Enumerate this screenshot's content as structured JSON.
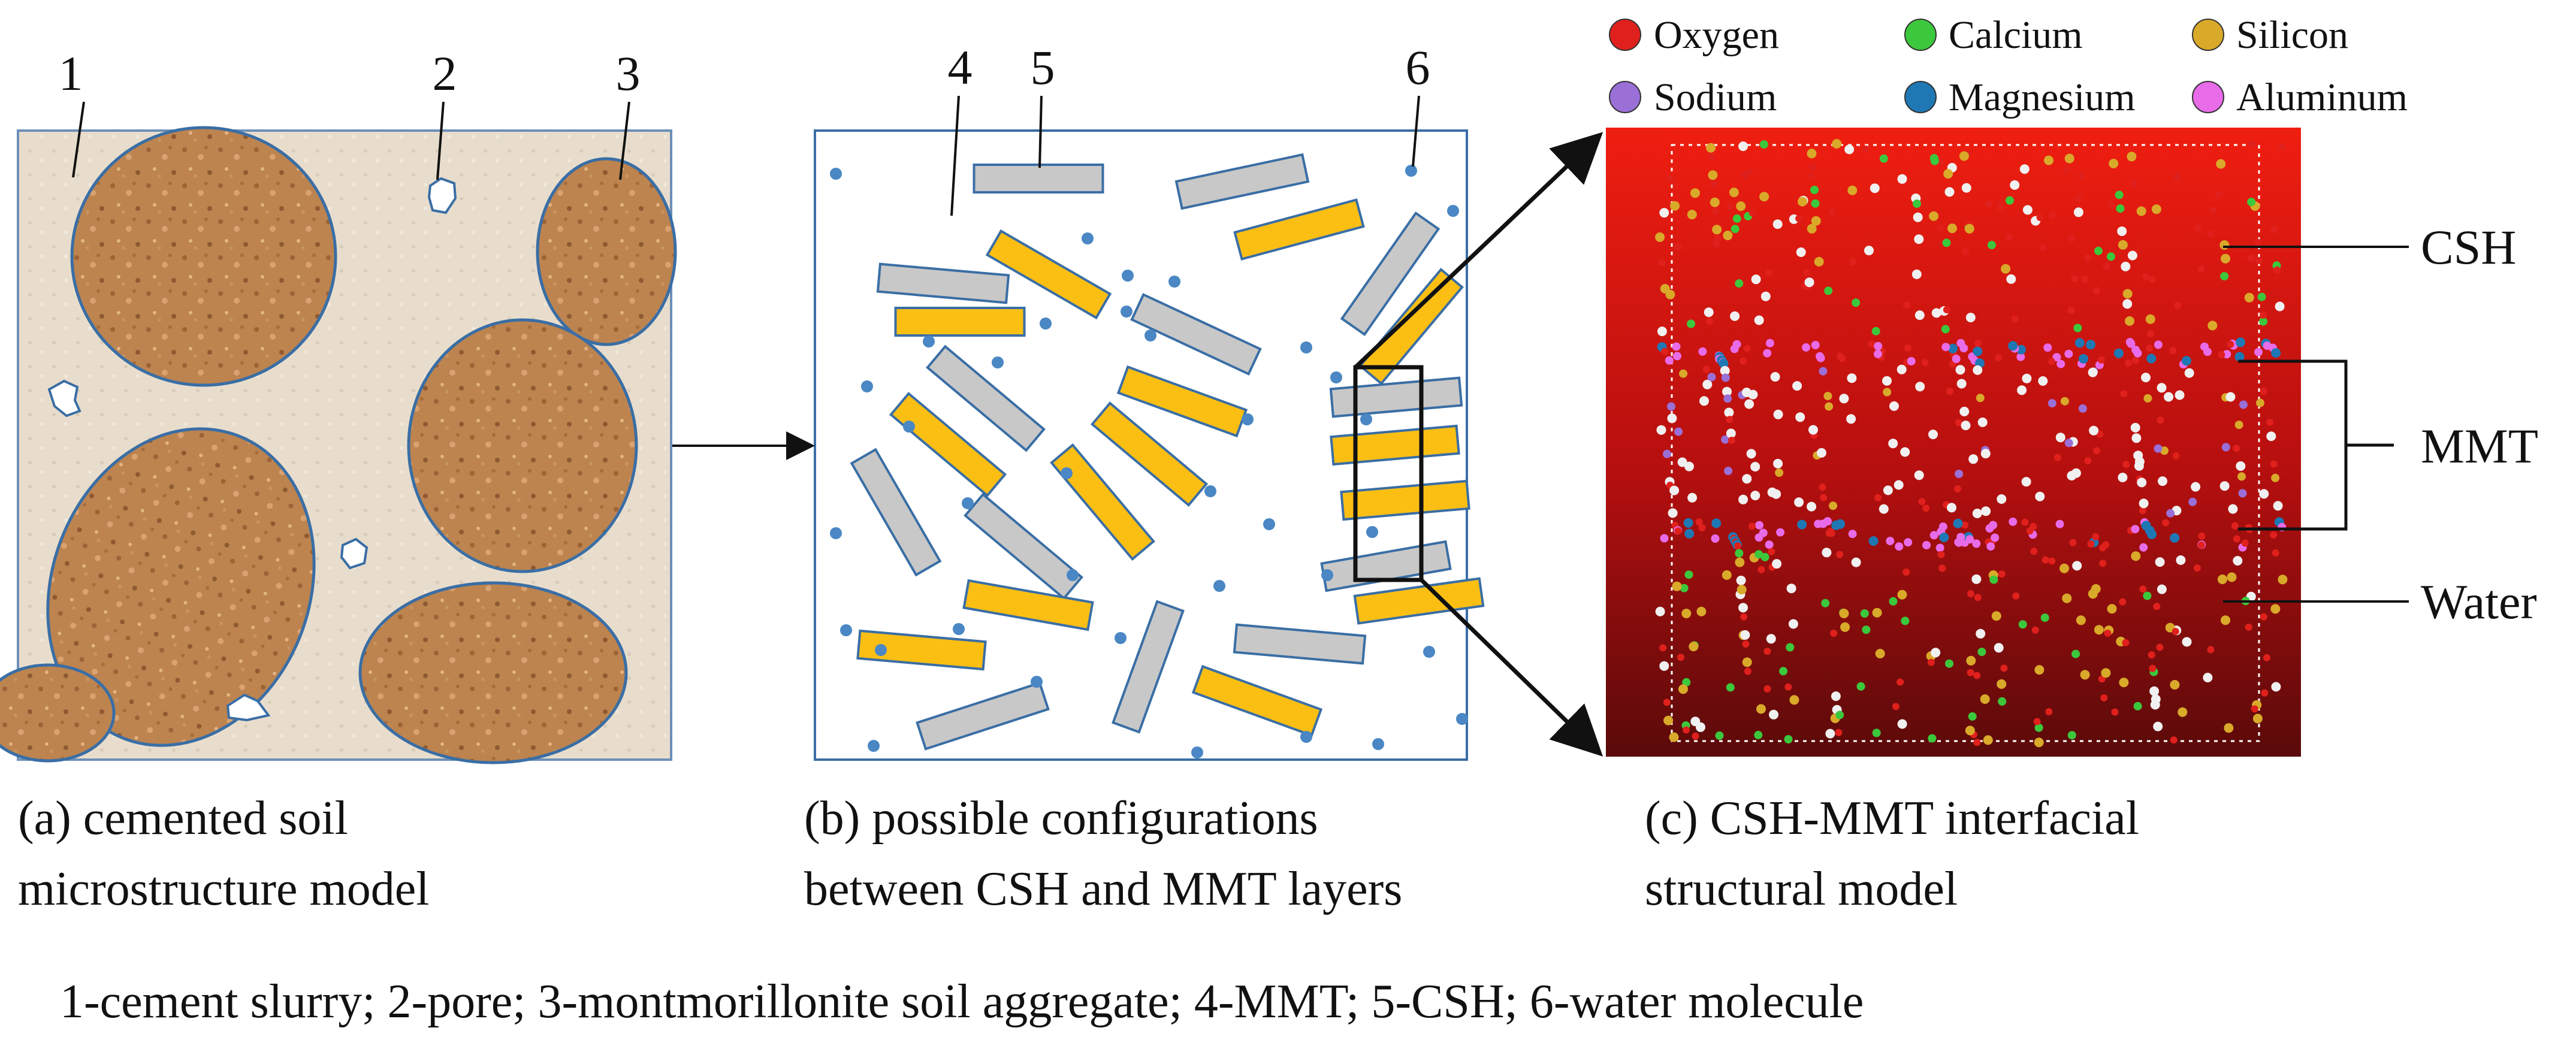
{
  "numbers": [
    "1",
    "2",
    "3",
    "4",
    "5",
    "6"
  ],
  "panel_a": {
    "caption": [
      "(a) cemented soil",
      "microstructure model"
    ]
  },
  "panel_b": {
    "caption": [
      "(b) possible configurations",
      "between CSH and MMT layers"
    ]
  },
  "panel_c": {
    "caption": [
      "(c) CSH-MMT interfacial",
      "structural model"
    ],
    "legend": [
      {
        "label": "Oxygen",
        "color": "#e0201c"
      },
      {
        "label": "Calcium",
        "color": "#3cc83c"
      },
      {
        "label": "Silicon",
        "color": "#d9a92a"
      },
      {
        "label": "Sodium",
        "color": "#9a6fd6"
      },
      {
        "label": "Magnesium",
        "color": "#1f78b4"
      },
      {
        "label": "Aluminum",
        "color": "#e86be8"
      }
    ],
    "layer_labels": [
      "CSH",
      "MMT",
      "Water"
    ]
  },
  "colors": {
    "mmt": "#fbbf14",
    "csh": "#c8c8c8",
    "aggregate": "#b8804f",
    "slurry": "#e7dccb",
    "outline": "#3a6ea5",
    "water": "#4a87c4"
  },
  "footer": "1-cement slurry; 2-pore; 3-montmorillonite soil aggregate; 4-MMT; 5-CSH; 6-water molecule"
}
